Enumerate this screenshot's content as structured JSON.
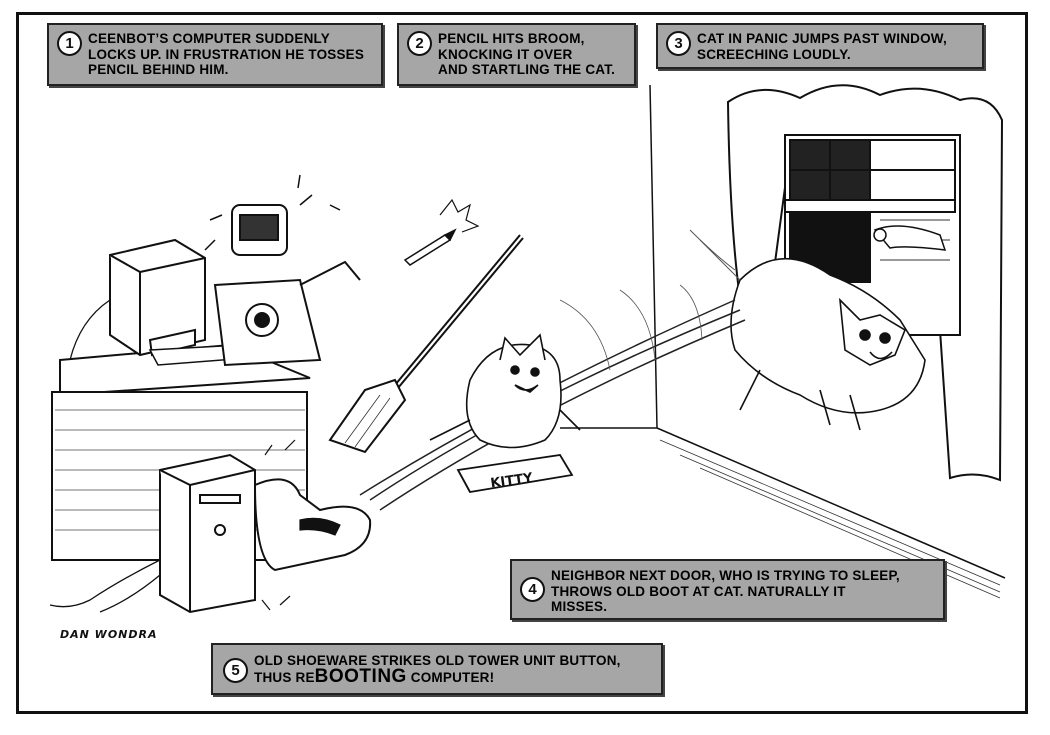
{
  "panel": {
    "captions": [
      {
        "number": "1",
        "lines": [
          "CEENBOT’S COMPUTER SUDDENLY",
          "LOCKS UP. IN FRUSTRATION HE TOSSES",
          "PENCIL BEHIND HIM."
        ]
      },
      {
        "number": "2",
        "lines": [
          "PENCIL HITS BROOM,",
          "KNOCKING IT OVER",
          "AND STARTLING THE CAT."
        ]
      },
      {
        "number": "3",
        "lines": [
          "CAT IN PANIC JUMPS PAST WINDOW,",
          "SCREECHING LOUDLY."
        ]
      },
      {
        "number": "4",
        "lines": [
          "NEIGHBOR NEXT DOOR, WHO IS TRYING TO SLEEP,",
          "THROWS OLD BOOT AT CAT. NATURALLY IT",
          "MISSES."
        ]
      },
      {
        "number": "5",
        "line1": "OLD SHOEWARE STRIKES OLD TOWER UNIT BUTTON,",
        "line2_prefix": "THUS RE",
        "line2_emphasis": "BOOTING",
        "line2_suffix": " COMPUTER!"
      }
    ],
    "cat_box_label": "KITTY",
    "artist_signature": "DAN WONDRA"
  },
  "colors": {
    "caption_bg": "#a6a6a6",
    "ink": "#111111",
    "paper": "#ffffff"
  }
}
